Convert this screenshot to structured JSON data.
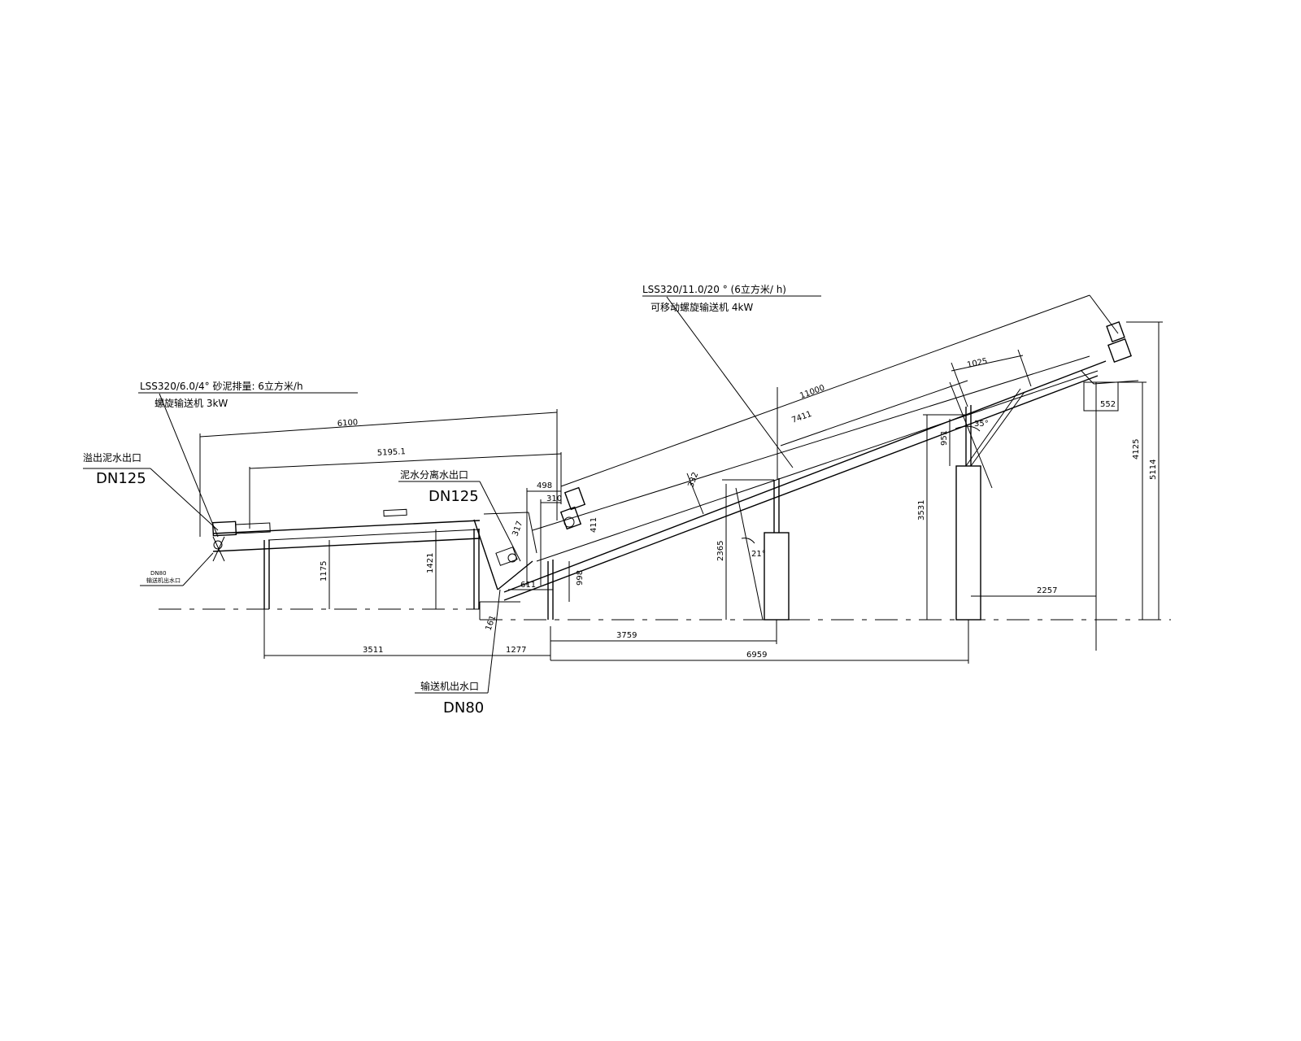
{
  "labels": {
    "overflow_outlet": "溢出泥水出口",
    "overflow_dn": "DN125",
    "sep_outlet": "泥水分离水出口",
    "sep_dn": "DN125",
    "conv_outlet": "输送机出水口",
    "conv_dn": "DN80",
    "small_dn": "DN80",
    "small_outlet": "输送机出水口",
    "conv1_model": "LSS320/6.0/4°  砂泥排量: 6立方米/h",
    "conv1_power": "螺旋输送机 3kW",
    "conv2_model": "LSS320/11.0/20 °  (6立方米/    h)",
    "conv2_power": "可移动螺旋输送机 4kW"
  },
  "dims": {
    "d6100": "6100",
    "d5195": "5195.1",
    "d11000": "11000",
    "d7411": "7411",
    "d1025": "1025",
    "d552": "552",
    "d4125": "4125",
    "d5114": "5114",
    "d951": "951",
    "d35deg": "35°",
    "d3531": "3531",
    "d2365": "2365",
    "d21deg": "21°",
    "d332": "332",
    "d2257": "2257",
    "d1175": "1175",
    "d1421": "1421",
    "d3511": "3511",
    "d1277": "1277",
    "d3759": "3759",
    "d6959": "6959",
    "d498": "498",
    "d310": "310",
    "d611": "611",
    "d998": "998",
    "d411": "411",
    "d161": "161",
    "d317": "317"
  }
}
